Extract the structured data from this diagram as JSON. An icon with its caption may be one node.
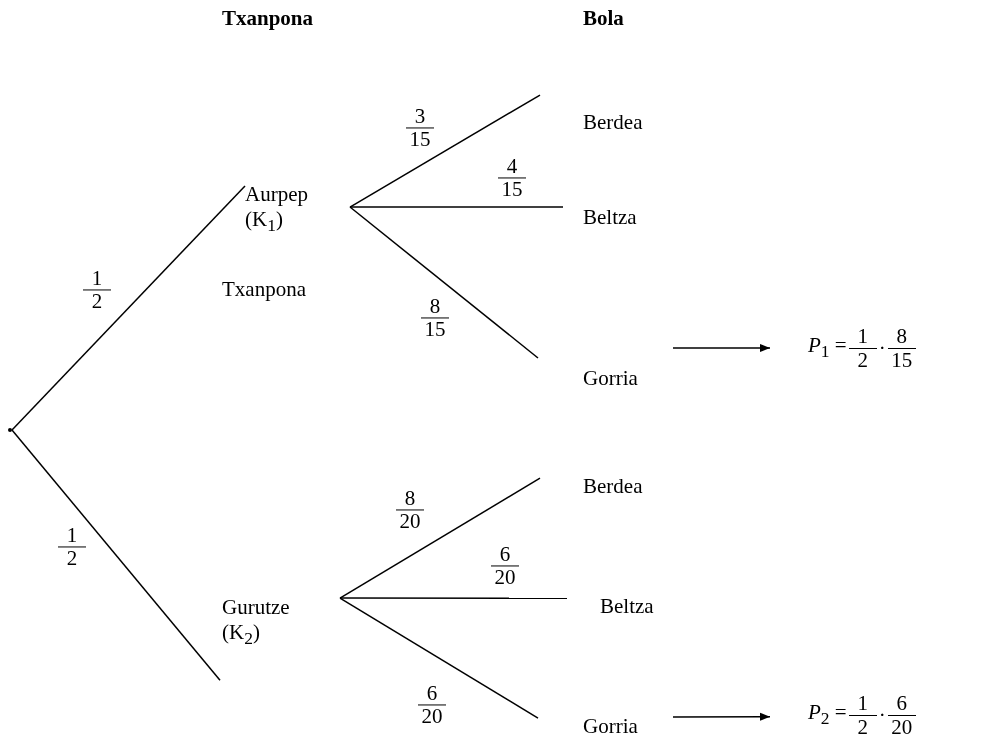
{
  "diagram": {
    "nodes": [
      {
        "text": [],
        "shape": "point"
      },
      {
        "text": [
          "Aurpep (K$_{1}$)"
        ]
      },
      {
        "text": [
          "Berdea"
        ]
      },
      {
        "text": [
          "Beltza"
        ]
      },
      {
        "text": [
          "Gorria"
        ]
      },
      {
        "text": [
          "*P*$_{1}$ =",
          "1 2",
          "·",
          "8 15"
        ]
      },
      {
        "text": [
          "Gurutze (K$_{2}$)"
        ]
      },
      {
        "text": [
          "Berdea"
        ]
      },
      {
        "text": [
          "Beltza"
        ]
      },
      {
        "text": [
          "Gorria"
        ]
      },
      {
        "text": [
          "*P*$_{2}$ =",
          "1 2",
          "·",
          "6 20"
        ]
      }
    ],
    "edges": [
      {
        "from": 0,
        "to": 1,
        "arrow": "none",
        "label": "1 2"
      },
      {
        "from": 0,
        "to": 6,
        "arrow": "none",
        "label": "1 2"
      },
      {
        "from": 1,
        "to": 2,
        "arrow": "none",
        "label": "3 15"
      },
      {
        "from": 1,
        "to": 3,
        "arrow": "none",
        "label": "4 15"
      },
      {
        "from": 1,
        "to": 4,
        "arrow": "none",
        "label": "8 15"
      },
      {
        "from": 4,
        "to": 5,
        "arrow": "to"
      },
      {
        "from": 6,
        "to": 7,
        "arrow": "none",
        "label": "8 20"
      },
      {
        "from": 6,
        "to": 8,
        "arrow": "none",
        "label": "6 20"
      },
      {
        "from": 6,
        "to": 9,
        "arrow": "none",
        "label": "6 20"
      },
      {
        "from": 9,
        "to": 10,
        "arrow": "to"
      }
    ],
    "labels": [
      "Txanpona",
      "Bola",
      "Txanpona"
    ]
  }
}
